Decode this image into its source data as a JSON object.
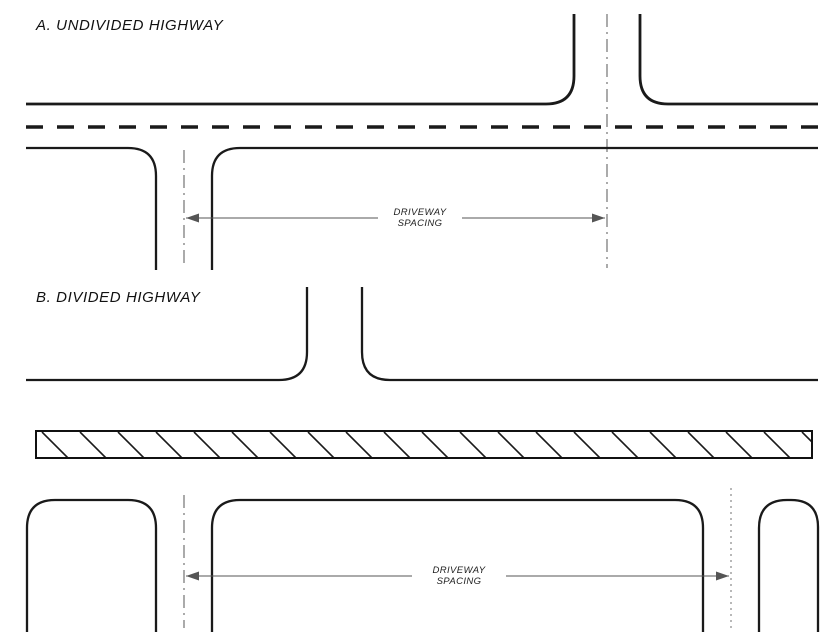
{
  "page": {
    "background": "#ffffff",
    "line_color": "#1a1a1a",
    "dimension_color": "#555555"
  },
  "section_a": {
    "title": "A. UNDIVIDED HIGHWAY",
    "dimension_label": {
      "line1": "DRIVEWAY",
      "line2": "SPACING"
    }
  },
  "section_b": {
    "title": "B. DIVIDED HIGHWAY",
    "dimension_label": {
      "line1": "DRIVEWAY",
      "line2": "SPACING"
    }
  }
}
